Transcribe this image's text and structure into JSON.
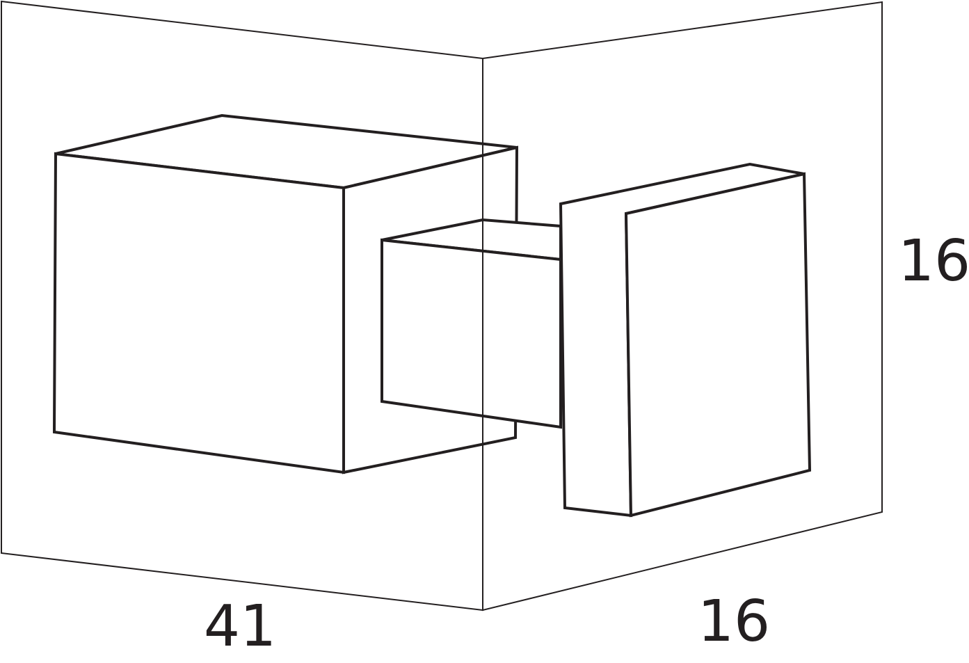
{
  "dimensions": {
    "width": "41",
    "depth": "16",
    "height": "16"
  },
  "colors": {
    "line": "#231f20",
    "background": "#ffffff"
  }
}
